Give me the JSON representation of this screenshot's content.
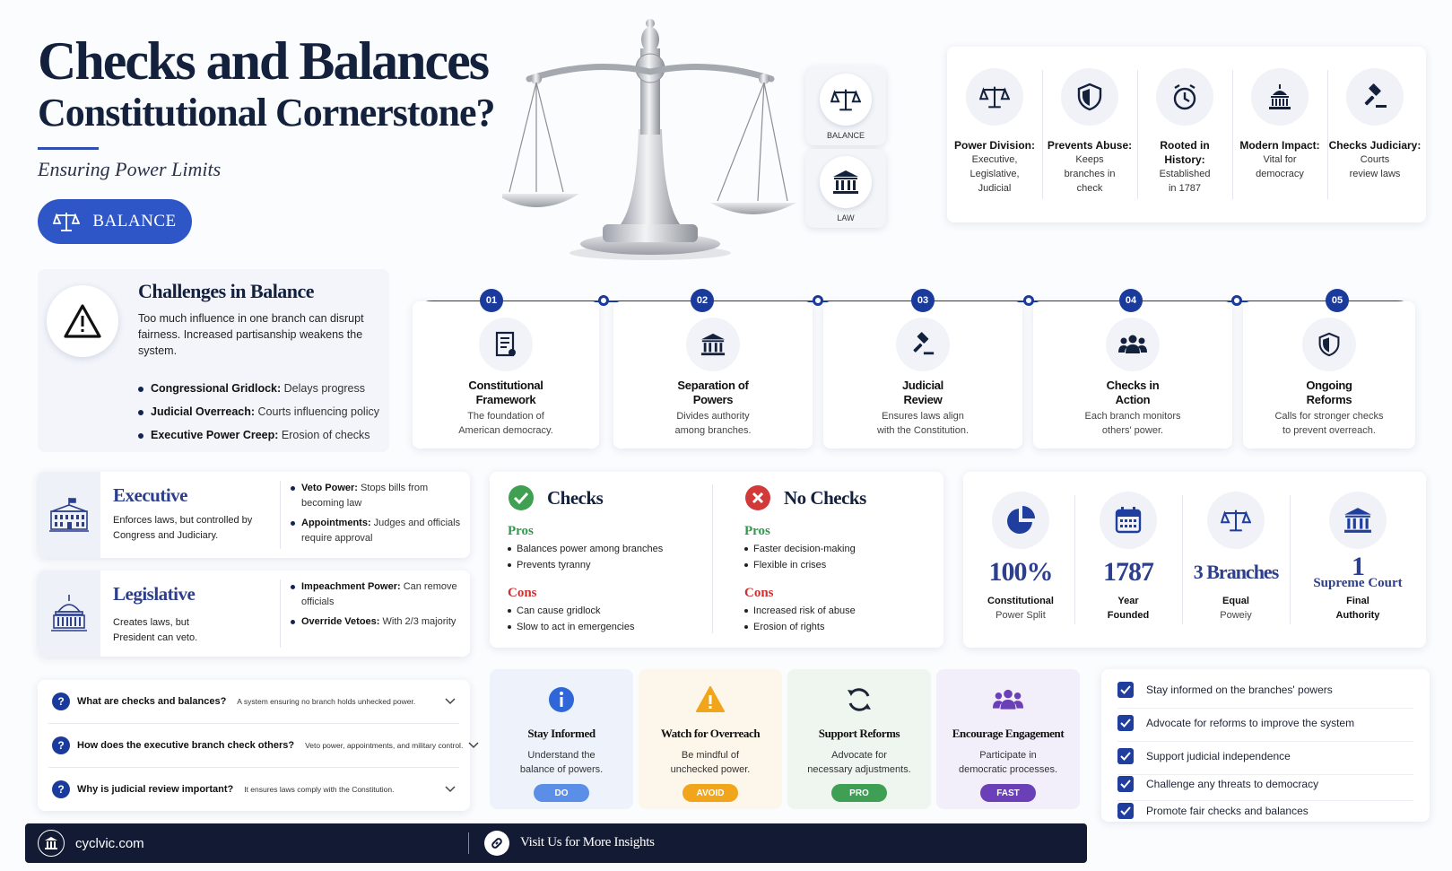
{
  "header": {
    "title_line1": "Checks and Balances",
    "title_line2": "Constitutional Cornerstone?",
    "subtitle": "Ensuring Power Limits",
    "button_label": "BALANCE"
  },
  "side_chips": [
    {
      "label": "BALANCE",
      "icon": "scale-icon"
    },
    {
      "label": "LAW",
      "icon": "courthouse-icon"
    }
  ],
  "facts": [
    {
      "icon": "scale-icon",
      "title": "Power Division:",
      "desc": "Executive, Legislative, Judicial"
    },
    {
      "icon": "shield-icon",
      "title": "Prevents Abuse:",
      "desc": "Keeps branches in check"
    },
    {
      "icon": "clock-icon",
      "title": "Rooted in History:",
      "desc": "Established in 1787"
    },
    {
      "icon": "capitol-icon",
      "title": "Modern Impact:",
      "desc": "Vital for democracy"
    },
    {
      "icon": "gavel-icon",
      "title": "Checks Judiciary:",
      "desc": "Courts review laws"
    }
  ],
  "challenges": {
    "title": "Challenges in Balance",
    "desc": "Too much influence in one branch can disrupt fairness. Increased partisanship weakens the system.",
    "items": [
      {
        "bold": "Congressional Gridlock:",
        "text": " Delays progress"
      },
      {
        "bold": "Judicial Overreach:",
        "text": " Courts influencing policy"
      },
      {
        "bold": "Executive Power Creep:",
        "text": " Erosion of checks"
      }
    ]
  },
  "timeline": [
    {
      "num": "01",
      "icon": "document-icon",
      "title_l1": "Constitutional",
      "title_l2": "Framework",
      "desc_l1": "The foundation of",
      "desc_l2": "American democracy."
    },
    {
      "num": "02",
      "icon": "courthouse-icon",
      "title_l1": "Separation of",
      "title_l2": "Powers",
      "desc_l1": "Divides authority",
      "desc_l2": "among branches."
    },
    {
      "num": "03",
      "icon": "gavel-icon",
      "title_l1": "Judicial",
      "title_l2": "Review",
      "desc_l1": "Ensures laws align",
      "desc_l2": "with the Constitution."
    },
    {
      "num": "04",
      "icon": "people-icon",
      "title_l1": "Checks in",
      "title_l2": "Action",
      "desc_l1": "Each branch monitors",
      "desc_l2": "others' power."
    },
    {
      "num": "05",
      "icon": "shield-icon",
      "title_l1": "Ongoing",
      "title_l2": "Reforms",
      "desc_l1": "Calls for stronger checks",
      "desc_l2": "to prevent overreach."
    }
  ],
  "branches": [
    {
      "name": "Executive",
      "icon": "white-house-icon",
      "desc": "Enforces laws, but controlled by Congress and Judiciary.",
      "points": [
        {
          "bold": "Veto Power:",
          "text": " Stops bills from becoming law"
        },
        {
          "bold": "Appointments:",
          "text": " Judges and officials require approval"
        }
      ]
    },
    {
      "name": "Legislative",
      "icon": "capitol-icon",
      "desc": "Creates laws, but President can veto.",
      "points": [
        {
          "bold": "Impeachment Power:",
          "text": " Can remove officials"
        },
        {
          "bold": "Override Vetoes:",
          "text": " With 2/3 majority"
        }
      ]
    }
  ],
  "comparison": {
    "checks": {
      "title": "Checks",
      "pros_label": "Pros",
      "pros": [
        "Balances power among branches",
        "Prevents tyranny"
      ],
      "cons_label": "Cons",
      "cons": [
        "Can cause gridlock",
        "Slow to act in emergencies"
      ]
    },
    "no_checks": {
      "title": "No Checks",
      "pros_label": "Pros",
      "pros": [
        "Faster decision-making",
        "Flexible in crises"
      ],
      "cons_label": "Cons",
      "cons": [
        "Increased risk of abuse",
        "Erosion of rights"
      ]
    }
  },
  "stats": [
    {
      "icon": "pie-chart-icon",
      "value": "100%",
      "l1": "Constitutional",
      "l2": "Power Split"
    },
    {
      "icon": "calendar-icon",
      "value": "1787",
      "l1": "Year",
      "l2": "Founded"
    },
    {
      "icon": "scale-icon",
      "value": "3 Branches",
      "l1": "Equal",
      "l2": "Poweiy"
    },
    {
      "icon": "courthouse-icon",
      "value": "1",
      "value2": "Supreme Court",
      "l1": "Final",
      "l2": "Authority"
    }
  ],
  "faq": [
    {
      "q": "What are checks and balances?",
      "a": "A system ensuring no branch holds unhecked power."
    },
    {
      "q": "How does the executive branch check others?",
      "a": "Veto power, appointments, and military control."
    },
    {
      "q": "Why is judicial review important?",
      "a": "It ensures laws comply with the Constitution."
    }
  ],
  "actions": [
    {
      "icon": "info-icon",
      "title": "Stay Informed",
      "d1": "Understand the",
      "d2": "balance of powers.",
      "pill": "DO",
      "color": "#5b8ee6",
      "bg": "#eef3fb"
    },
    {
      "icon": "warning-icon",
      "title": "Watch for Overreach",
      "d1": "Be mindful of",
      "d2": "unchecked power.",
      "pill": "AVOID",
      "color": "#f0a51a",
      "bg": "#fdf6ea"
    },
    {
      "icon": "refresh-icon",
      "title": "Support Reforms",
      "d1": "Advocate for",
      "d2": "necessary adjustments.",
      "pill": "PRO",
      "color": "#3fa055",
      "bg": "#eef6ef"
    },
    {
      "icon": "people-icon",
      "title": "Encourage Engagement",
      "d1": "Participate in",
      "d2": "democratic processes.",
      "pill": "FAST",
      "color": "#6a3fb8",
      "bg": "#f3effa"
    }
  ],
  "checklist": [
    "Stay informed on the branches' powers",
    "Advocate for reforms to improve the system",
    "Support judicial independence",
    "Challenge any threats to democracy",
    "Promote fair checks and balances"
  ],
  "footer": {
    "site": "cyclvic.com",
    "cta": "Visit Us for More Insights"
  },
  "colors": {
    "navy": "#14213d",
    "accent": "#2f56c6",
    "timeline": "#1a3a9c",
    "pros": "#2f9a4c",
    "cons": "#cc3030"
  }
}
